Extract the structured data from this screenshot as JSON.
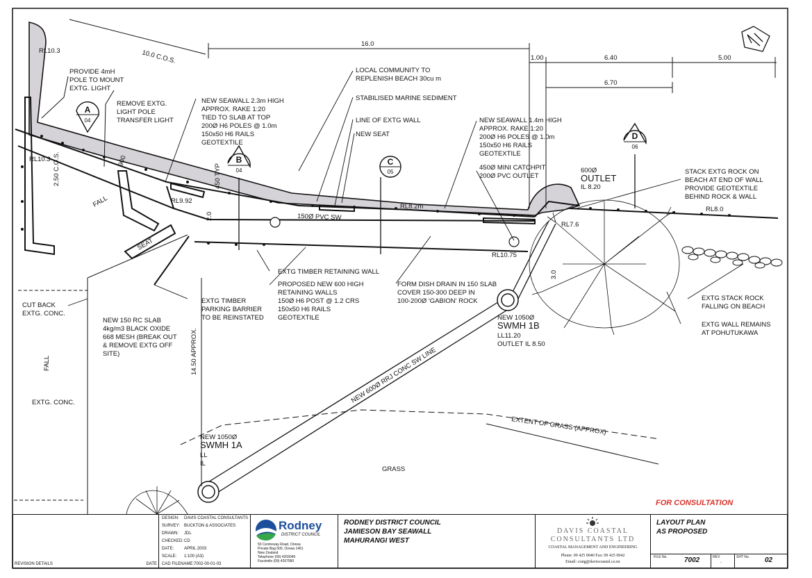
{
  "labels": {
    "cos_10": "10.0 C.O.S.",
    "rl_10_3": "RL10.3",
    "provide_pole": [
      "PROVIDE 4mH",
      "POLE TO MOUNT",
      "EXTG. LIGHT"
    ],
    "remove_pole": [
      "REMOVE EXTG.",
      "LIGHT POLE",
      "TRANSFER LIGHT"
    ],
    "new_seawall_23": [
      "NEW SEAWALL 2.3m HIGH",
      "APPROX. RAKE 1:20",
      "TIED TO SLAB AT TOP",
      "200Ø H6 POLES @ 1.0m",
      "150x50 H6 RAILS",
      "GEOTEXTILE"
    ],
    "local_community": [
      "LOCAL COMMUNITY TO",
      "REPLENISH BEACH 30cu m"
    ],
    "stabilised": "STABILISED MARINE SEDIMENT",
    "line_extg_wall": "LINE OF EXTG WALL",
    "new_seat": "NEW SEAT",
    "new_seawall_14": [
      "NEW SEAWALL 1.4m HIGH",
      "APPROX. RAKE 1:20",
      "200Ø H6 POLES @ 1.0m",
      "150x50 H6 RAILS",
      "GEOTEXTILE"
    ],
    "catchpit": [
      "450Ø MINI CATCHPIT",
      "200Ø PVC OUTLET"
    ],
    "outlet_size": "600Ø",
    "outlet": "OUTLET",
    "outlet_il": "IL 8.20",
    "stack_rock": [
      "STACK EXTG ROCK ON",
      "BEACH AT END OF WALL",
      "PROVIDE GEOTEXTILE",
      "BEHIND ROCK & WALL"
    ],
    "rl_10_3b": "RL10.3",
    "cos_250": "2.50 C.O.S.",
    "dim_900": "900",
    "fall": "FALL",
    "rl_9_92": "RL9.92",
    "dim_450typ": "450 TYP",
    "dim_2_0": "2.0",
    "seat": "SEAT",
    "pvc_sw": "150Ø PVC SW",
    "rl_8_2": "RL8.2m",
    "rl_7_6": "RL7.6",
    "rl_10_75": "RL10.75",
    "rl_8_0": "RL8.0",
    "dim_3_0": "3.0",
    "extg_retaining": "EXTG TIMBER RETAINING WALL",
    "proposed_new": [
      "PROPOSED NEW 600 HIGH",
      "RETAINING WALLS",
      "150Ø H6 POST @ 1.2 CRS",
      "150x50 H6 RAILS",
      "GEOTEXTILE"
    ],
    "dish_drain": [
      "FORM DISH DRAIN IN 150 SLAB",
      "COVER 150-300 DEEP IN",
      "100-200Ø 'GABION' ROCK"
    ],
    "extg_stack_rock": [
      "EXTG STACK ROCK",
      "FALLING ON BEACH"
    ],
    "extg_wall_remains": [
      "EXTG WALL REMAINS",
      "AT POHUTUKAWA"
    ],
    "swmh1b_new": "NEW 1050Ø",
    "swmh1b": "SWMH 1B",
    "swmh1b_ll": "LL11.20",
    "swmh1b_outlet": "OUTLET IL 8.50",
    "cut_back": [
      "CUT BACK",
      "EXTG. CONC."
    ],
    "new_slab": [
      "NEW 150 RC SLAB",
      "4kg/m3 BLACK OXIDE",
      "668 MESH (BREAK OUT",
      "& REMOVE EXTG OFF",
      "SITE)"
    ],
    "parking_barrier": [
      "EXTG TIMBER",
      "PARKING BARRIER",
      "TO BE REINSTATED"
    ],
    "approx_1450": "14.50 APPROX.",
    "fall2": "FALL",
    "extg_conc": "EXTG. CONC.",
    "rrj_line": "NEW 600Ø RRJ CONC SW LINE",
    "extent_grass": "EXTENT OF GRASS (APPROX)",
    "swmh1a_new": "NEW 1050Ø",
    "swmh1a": "SWMH 1A",
    "swmh1a_ll": "LL",
    "swmh1a_il": "IL",
    "grass": "GRASS",
    "dim_16": "16.0",
    "dim_100": "1.00",
    "dim_640": "6.40",
    "dim_500": "5.00",
    "dim_670": "6.70"
  },
  "sections": [
    {
      "letter": "A",
      "sheet": "04"
    },
    {
      "letter": "B",
      "sheet": "04"
    },
    {
      "letter": "C",
      "sheet": "05"
    },
    {
      "letter": "D",
      "sheet": "06"
    }
  ],
  "for_consultation": "FOR CONSULTATION",
  "title_block": {
    "design_k": "DESIGN:",
    "design_v": "DAVIS COASTAL CONSULTANTS",
    "survey_k": "SURVEY:",
    "survey_v": "BUCKTON & ASSOCIATES",
    "drawn_k": "DRAWN:",
    "drawn_v": "JDL",
    "checked_k": "CHECKED:",
    "checked_v": "CD",
    "date_k": "DATE:",
    "date_v": "APRIL 2003",
    "scale_k": "SCALE:",
    "scale_v": "1:100 (A3)",
    "cad_k": "CAD FILENAME:",
    "cad_v": "7002-00-01-03",
    "revision_details": "REVISION DETAILS",
    "date_col": "DATE",
    "council_name": "Rodney",
    "council_sub": "DISTRICT COUNCIL",
    "council_address": [
      "50 Centreway Road, Orewa",
      "Private Bag 500, Orewa 1461",
      "New Zealand",
      "Telephone (09) 4269049",
      "Facsimile (09) 4267580"
    ],
    "project": [
      "RODNEY DISTRICT COUNCIL",
      "JAMIESON BAY SEAWALL",
      "MAHURANGI WEST"
    ],
    "consultant": [
      "DAVIS COASTAL",
      "CONSULTANTS LTD"
    ],
    "consultant_tag": "COASTAL MANAGEMENT AND ENGINEERING",
    "consultant_phone": "Phone: 09 425 0040  Fax: 09 425 0042",
    "consultant_email": "Email: craig@daviscoastal.co.nz",
    "drawing_title": [
      "LAYOUT PLAN",
      "AS PROPOSED"
    ],
    "file_no_k": "FILE No.",
    "file_no_v": "7002",
    "rev_k": "REV.",
    "rev_v": "-",
    "sht_k": "SHT No.",
    "sht_v": "02"
  },
  "colors": {
    "line": "#111111",
    "wall_fill": "#d6d3d8",
    "consultation": "#d9302a",
    "logo_blue": "#1b4f9c",
    "logo_green": "#36a64a"
  }
}
